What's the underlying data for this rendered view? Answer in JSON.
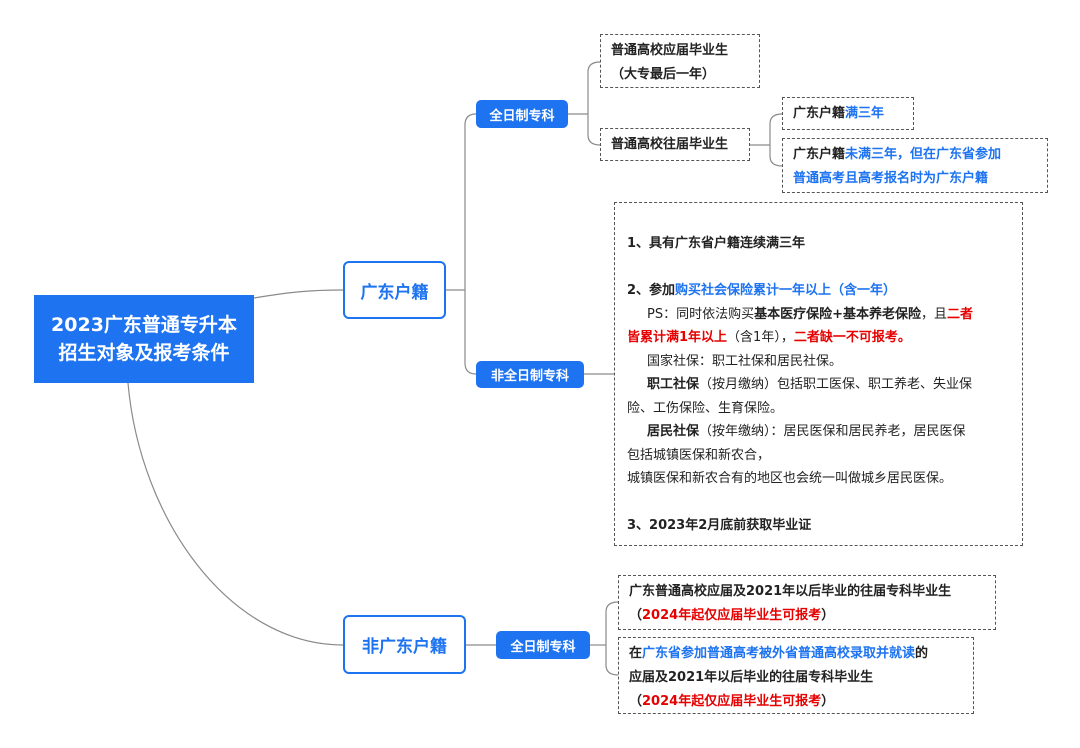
{
  "root": {
    "line1": "2023广东普通专升本",
    "line2": "招生对象及报考条件"
  },
  "gd": {
    "label": "广东户籍",
    "fulltime": {
      "label": "全日制专科",
      "current": {
        "line1": "普通高校应届毕业生",
        "line2": "（大专最后一年）"
      },
      "past": {
        "label": "普通高校往届毕业生",
        "opt1": {
          "prefix": "广东户籍",
          "highlight": "满三年"
        },
        "opt2": {
          "prefix": "广东户籍",
          "highlight1": "未满三年，但在广东省参加",
          "highlight2": "普通高考且高考报名时为广东户籍"
        }
      }
    },
    "parttime": {
      "label": "非全日制专科",
      "item1": "1、具有广东省户籍连续满三年",
      "item2_prefix": "2、参加",
      "item2_highlight": "购买社会保险累计一年以上（含一年）",
      "ps_text1": "PS：同时依法购买",
      "ps_bold": "基本医疗保险+基本养老保险",
      "ps_text2": "，且",
      "ps_red1": "二者",
      "ps_red2": "皆累计满1年以上",
      "ps_text3": "（含1年），",
      "ps_red3": "二者缺一不可报考。",
      "social": "国家社保：职工社保和居民社保。",
      "worker_bold": "职工社保",
      "worker_line1": "（按月缴纳）包括职工医保、职工养老、失业保",
      "worker_line2": "险、工伤保险、生育保险。",
      "resident_bold": "居民社保",
      "resident_line1": "（按年缴纳）：居民医保和居民养老，居民医保",
      "resident_line2": "包括城镇医保和新农合，",
      "resident_line3": "城镇医保和新农合有的地区也会统一叫做城乡居民医保。",
      "item3": "3、2023年2月底前获取毕业证"
    }
  },
  "ngd": {
    "label": "非广东户籍",
    "fulltime": {
      "label": "全日制专科",
      "opt1": {
        "line1": "广东普通高校应届及2021年以后毕业的往届专科毕业生",
        "paren_open": "（",
        "red": "2024年起仅应届毕业生可报考",
        "paren_close": "）"
      },
      "opt2": {
        "t1": "在",
        "blue": "广东省参加普通高考被外省普通高校录取并就读",
        "t2": "的",
        "line2": "应届及2021年以后毕业的往届专科毕业生",
        "paren_open": "（",
        "red": "2024年起仅应届毕业生可报考",
        "paren_close": "）"
      }
    }
  }
}
